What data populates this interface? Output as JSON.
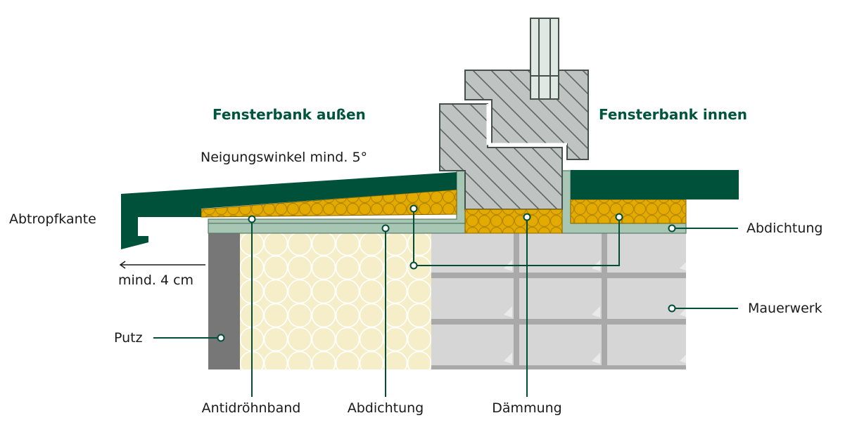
{
  "headings": {
    "outside": "Fensterbank außen",
    "inside": "Fensterbank innen"
  },
  "labels": {
    "slope": "Neigungswinkel mind. 5°",
    "drip_edge": "Abtropfkante",
    "overhang": "mind. 4 cm",
    "plaster": "Putz",
    "sealing_right": "Abdichtung",
    "masonry": "Mauerwerk",
    "anti_drum_tape": "Antidröhnband",
    "sealing_bottom": "Abdichtung",
    "insulation": "Dämmung"
  },
  "colors": {
    "sill_green": "#005139",
    "heading_green": "#00553c",
    "leader_green": "#004d38",
    "insulation_yellow": "#e3aa00",
    "sealing_mint": "#a8c6b4",
    "brick": "#d6d6d6",
    "mortar": "#a9a9a9",
    "plaster_gray": "#777777",
    "wall_insulation": "#f6eec8",
    "frame_gray": "#bfc4c2",
    "glass": "#dfe8e3"
  }
}
